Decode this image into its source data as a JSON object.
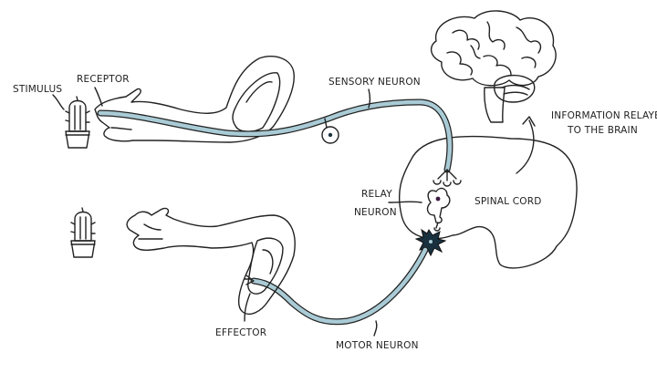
{
  "labels": {
    "stimulus": "STIMULUS",
    "receptor": "RECEPTOR",
    "sensory_neuron": "SENSORY NEURON",
    "relay_neuron_line1": "RELAY",
    "relay_neuron_line2": "NEURON",
    "spinal_cord": "SPINAL CORD",
    "info_line1": "INFORMATION RELAYED",
    "info_line2": "TO THE BRAIN",
    "effector": "EFFECTOR",
    "motor_neuron": "MOTOR NEURON"
  },
  "colors": {
    "skin": "#fbe1cc",
    "muscle": "#f6bcc6",
    "neuron_fill": "#a9cbd6",
    "spinal_cord": "#bfeaf6",
    "brain": "#f7c3c6",
    "brain_stem": "#f4ecc4",
    "cerebellum": "#f08da0",
    "cactus": "#9bcf7c",
    "pot": "#d9b489",
    "relay_neuron": "#e7a9ec",
    "motor_neuron_body": "#19303f",
    "outline": "#222222"
  },
  "icons": [
    "cactus-icon",
    "brain-icon",
    "arm-icon",
    "neuron-icon"
  ]
}
